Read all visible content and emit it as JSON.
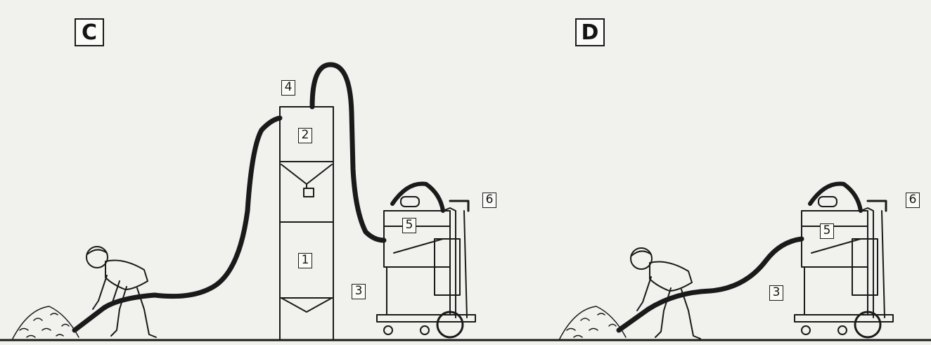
{
  "panels": [
    {
      "label": "C"
    },
    {
      "label": "D"
    }
  ],
  "callouts": {
    "c": [
      "4",
      "2",
      "1",
      "5",
      "6",
      "3"
    ],
    "d": [
      "5",
      "6",
      "3"
    ]
  }
}
